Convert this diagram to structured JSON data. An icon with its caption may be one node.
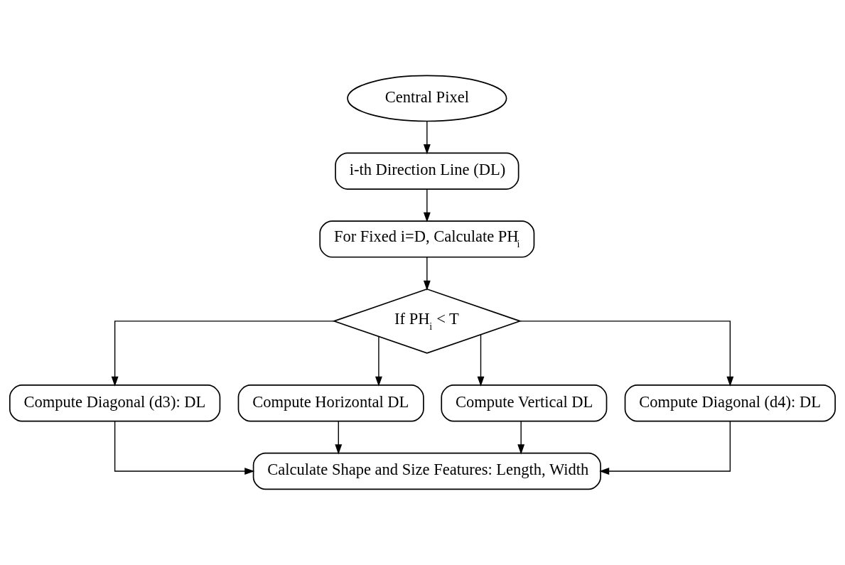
{
  "diagram": {
    "nodes": [
      {
        "text": [
          "Central Pixel"
        ]
      },
      {
        "text": [
          "i-th Direction Line (DL)"
        ]
      },
      {
        "text": [
          "For Fixed i=D, Calculate PH$_{i}$"
        ]
      },
      {
        "text": [
          "If PH$_{i}$ < T"
        ]
      },
      {
        "text": [
          "Compute Diagonal (d3): DL"
        ]
      },
      {
        "text": [
          "Compute Horizontal DL"
        ]
      },
      {
        "text": [
          "Compute Vertical DL"
        ]
      },
      {
        "text": [
          "Compute Diagonal (d4): DL"
        ]
      },
      {
        "text": [
          "Calculate Shape and Size Features: Length, Width"
        ]
      }
    ],
    "edges": [
      {
        "from": 0,
        "to": 1,
        "arrow": "to"
      },
      {
        "from": 1,
        "to": 2,
        "arrow": "to"
      },
      {
        "from": 2,
        "to": 3,
        "arrow": "to"
      },
      {
        "from": 3,
        "to": 4,
        "arrow": "to"
      },
      {
        "from": 3,
        "to": 5,
        "arrow": "to"
      },
      {
        "from": 3,
        "to": 6,
        "arrow": "to"
      },
      {
        "from": 3,
        "to": 7,
        "arrow": "to"
      },
      {
        "from": 4,
        "to": 8,
        "arrow": "to"
      },
      {
        "from": 5,
        "to": 8,
        "arrow": "to"
      },
      {
        "from": 6,
        "to": 8,
        "arrow": "to"
      },
      {
        "from": 7,
        "to": 8,
        "arrow": "to"
      }
    ]
  }
}
